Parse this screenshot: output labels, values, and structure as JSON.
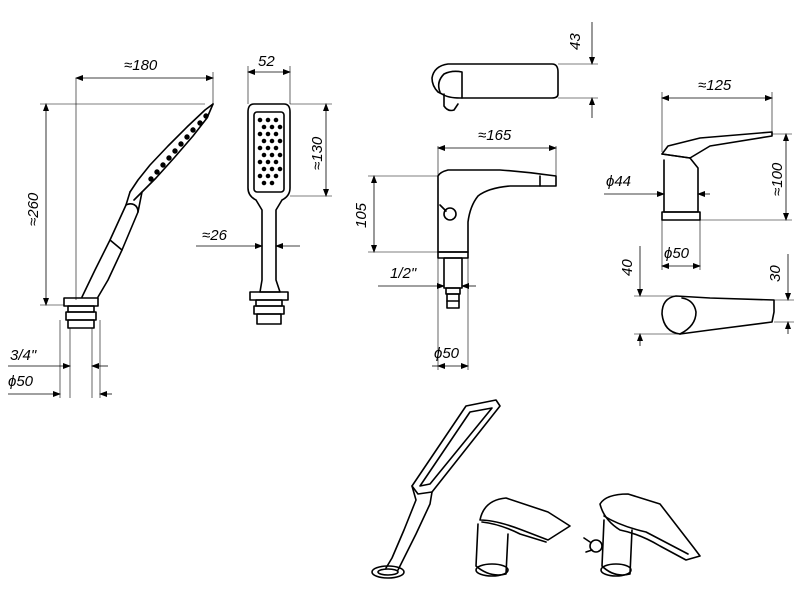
{
  "dimensions": {
    "hand_length": "≈180",
    "hand_height": "≈260",
    "hose_thread": "3/4\"",
    "hand_base_dia": "ϕ50",
    "head_width": "52",
    "head_height": "≈130",
    "handle_width": "≈26",
    "spout_top_height": "43",
    "spout_length": "≈165",
    "spout_height": "105",
    "spout_thread": "1/2\"",
    "spout_base_dia": "ϕ50",
    "mixer_length": "≈125",
    "mixer_height": "≈100",
    "mixer_body_dia": "ϕ44",
    "mixer_base_dia": "ϕ50",
    "lever_thickness": "40",
    "lever_tip": "30"
  }
}
